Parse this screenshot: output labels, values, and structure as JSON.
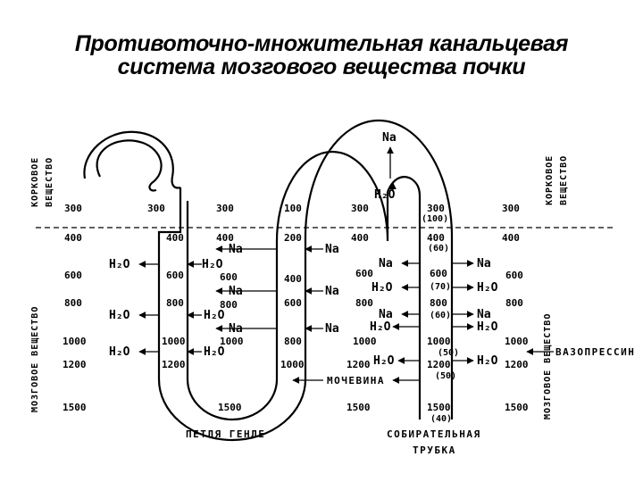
{
  "title_line1": "Противоточно-множительная канальцевая",
  "title_line2": "система мозгового вещества почки",
  "zones": {
    "cortex_left": [
      "КОРКОВОЕ",
      "ВЕЩЕСТВО"
    ],
    "cortex_right": [
      "КОРКОВОЕ",
      "ВЕЩЕСТВО"
    ],
    "medulla_left": "МОЗГОВОЕ ВЕЩЕСТВО",
    "medulla_right": "МОЗГОВОЕ ВЕЩЕСТВО"
  },
  "labels": {
    "loop": "ПЕТЛЯ ГЕНЛЕ",
    "duct_line1": "СОБИРАТЕЛЬНАЯ",
    "duct_line2": "ТРУБКА",
    "urea": "МОЧЕВИНА",
    "vasopressin": "ВАЗОПРЕССИН"
  },
  "ions": {
    "na": "Na",
    "water": "H₂O"
  },
  "columns": {
    "left_interstitium": [
      "300",
      "400",
      "600",
      "800",
      "1000",
      "1200",
      "1500"
    ],
    "descending_limb": [
      "300",
      "400",
      "600",
      "800",
      "1000",
      "1200"
    ],
    "descending_interstitium": [
      "300",
      "400",
      "600",
      "800",
      "1000"
    ],
    "ascending_limb": [
      "100",
      "200",
      "400",
      "600",
      "800",
      "1000"
    ],
    "middle_interstitium": [
      "300",
      "400",
      "600",
      "800",
      "1000",
      "1200"
    ],
    "collecting_duct": [
      "300",
      "400",
      "600",
      "800",
      "1000",
      "1200",
      "1500"
    ],
    "collecting_duct_paren": [
      "(100)",
      "(60)",
      "(70)",
      "(60)",
      "(50)",
      "(50)",
      "(40)"
    ],
    "right_interstitium": [
      "300",
      "400",
      "600",
      "800",
      "1000",
      "1200",
      "1500"
    ],
    "loop_bottom": "1500",
    "middle_bottom": "1500"
  }
}
